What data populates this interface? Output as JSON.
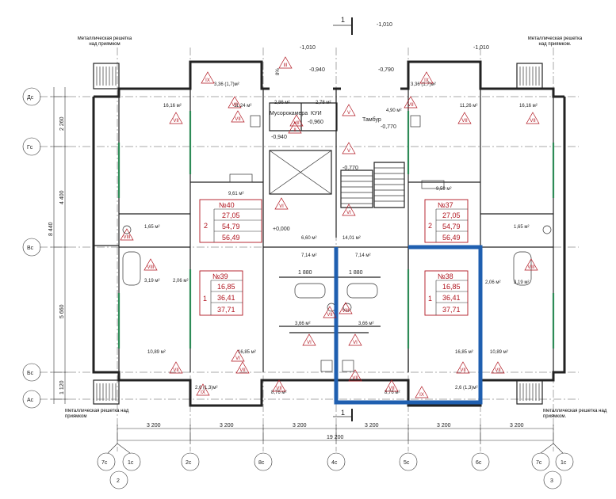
{
  "level_marks": [
    "-1,010",
    "-1,010",
    "-0,940",
    "-0,790",
    "-0,960",
    "-0,940",
    "-0,770",
    "-0,770",
    "+0,000"
  ],
  "section_mark": "1",
  "grille_label_top": "Металлическая решетка над приямком",
  "grille_label_bottom": "Металлическая решетка над приямком.",
  "room_labels": {
    "garbage": "Мусорокамера",
    "kui": "КУИ",
    "tambour": "Тамбур",
    "slope": "8%"
  },
  "areas": [
    "3,36 (1,7)м²",
    "3,36 (1,7)м²",
    "16,16 м²",
    "11,24 м²",
    "2,86 м²",
    "2,78 м²",
    "4,90 м²",
    "11,26 м²",
    "16,16 м²",
    "9,61 м²",
    "9,59 м²",
    "1,65 м²",
    "1,65 м²",
    "6,60 м²",
    "14,01 м²",
    "7,14 м²",
    "7,14 м²",
    "3,19 м²",
    "2,06 м²",
    "2,06 м²",
    "3,19 м²",
    "3,66 м²",
    "3,66 м²",
    "10,89 м²",
    "16,85 м²",
    "16,85 м²",
    "10,89 м²",
    "2,6 (1,3)м²",
    "8,76 м²",
    "8,76 м²",
    "2,6 (1,3)м²"
  ],
  "apartments": [
    {
      "id": "№40",
      "rooms": "2",
      "values": [
        "27,05",
        "54,79",
        "56,49"
      ]
    },
    {
      "id": "№37",
      "rooms": "2",
      "values": [
        "27,05",
        "54,79",
        "56,49"
      ]
    },
    {
      "id": "№39",
      "rooms": "1",
      "values": [
        "16,85",
        "36,41",
        "37,71"
      ]
    },
    {
      "id": "№38",
      "rooms": "1",
      "values": [
        "16,85",
        "36,41",
        "37,71"
      ]
    }
  ],
  "zone_marks": [
    "IX",
    "VII",
    "VII",
    "VII",
    "V",
    "II",
    "III",
    "VII",
    "VII",
    "IX",
    "VI",
    "V",
    "VI",
    "VI",
    "VI",
    "VI",
    "VIII",
    "VIII",
    "VIII",
    "VII",
    "VIII",
    "VII",
    "VII",
    "VII",
    "VII",
    "VII",
    "VII",
    "VII",
    "VII",
    "IX",
    "IX",
    "VII"
  ],
  "row_axes": [
    "Дс",
    "Гс",
    "Вс",
    "Бс",
    "Ас"
  ],
  "row_dims": [
    "2 260",
    "4 400",
    "5 660",
    "1 120"
  ],
  "row_total": "8 440",
  "col_axes": [
    "7с",
    "1с",
    "2с",
    "8с",
    "4с",
    "5с",
    "6с",
    "7с",
    "1с"
  ],
  "col_circles": [
    "2",
    "3"
  ],
  "col_dims": [
    "3 200",
    "3 200",
    "3 200",
    "3 200",
    "3 200",
    "3 200"
  ],
  "col_total": "19 200",
  "corridor_dims": [
    "1 880",
    "1 880"
  ]
}
